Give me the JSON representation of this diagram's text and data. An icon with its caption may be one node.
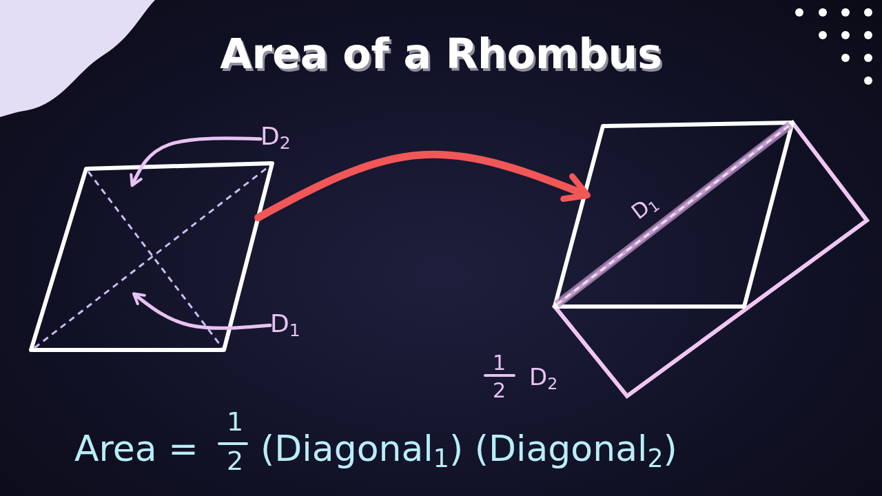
{
  "diagram": {
    "title": "Area of a Rhombus",
    "nodes": [
      {
        "text": [],
        "shape": "diamond"
      },
      {
        "text": [
          "D$_{2}$"
        ]
      },
      {
        "text": [
          "D$_{1}$"
        ]
      },
      {
        "text": [],
        "shape": "diamond"
      },
      {
        "text": [],
        "shape": "rectangle"
      }
    ],
    "edges": [
      {
        "from": 1,
        "to": 0,
        "arrow": "to"
      },
      {
        "from": 2,
        "to": 0,
        "arrow": "to"
      },
      {
        "from": 0,
        "to": 3,
        "arrow": "to",
        "style": "thick",
        "color": "#f25757"
      }
    ],
    "labels": [
      "D$_{1}$",
      "1",
      "2",
      "D$_{2}$",
      "Area =",
      "1",
      "2",
      "(Diagonal$_{1}$) (Diagonal$_{2}$)"
    ]
  }
}
